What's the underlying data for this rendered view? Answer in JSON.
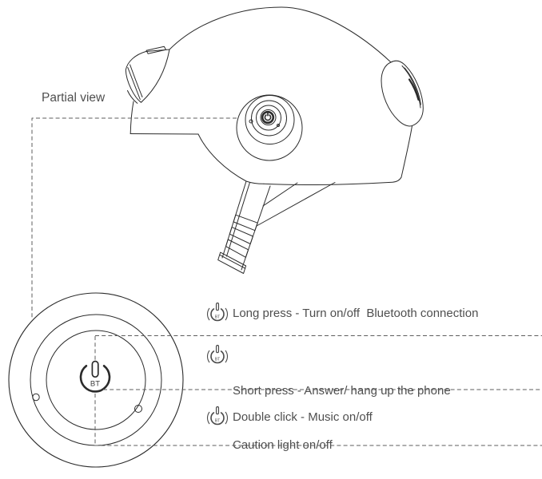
{
  "labels": {
    "partial_view": "Partial view",
    "bt": "BT"
  },
  "instructions": [
    {
      "line1": "Long press - Turn on/off  Bluetooth connection"
    },
    {
      "line1": "Short press - Answer/ hang up the phone",
      "line2": "Caution light on/off"
    },
    {
      "line1": "Double click - Music on/off"
    }
  ],
  "icons": {
    "row_icon": "power-bt-button-icon",
    "helmet_button": "power-button-icon",
    "detail_button": "power-bt-button-face"
  },
  "colors": {
    "line": "#2b2b2b",
    "dash": "#5d5d5d",
    "text": "#4f4f4f",
    "background": "#ffffff"
  }
}
